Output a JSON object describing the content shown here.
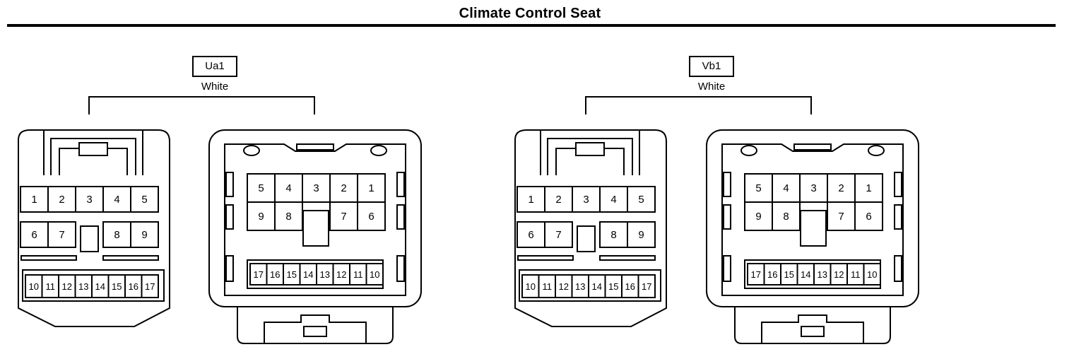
{
  "title": "Climate Control Seat",
  "connectors": [
    {
      "code": "Ua1",
      "color": "White",
      "male_view": {
        "row1": [
          "1",
          "2",
          "3",
          "4",
          "5"
        ],
        "row2": [
          "6",
          "7",
          "",
          "8",
          "9"
        ],
        "row3": [
          "10",
          "11",
          "12",
          "13",
          "14",
          "15",
          "16",
          "17"
        ]
      },
      "female_view": {
        "row1": [
          "5",
          "4",
          "3",
          "2",
          "1"
        ],
        "row2": [
          "9",
          "8",
          "",
          "7",
          "6"
        ],
        "row3": [
          "17",
          "16",
          "15",
          "14",
          "13",
          "12",
          "11",
          "10"
        ]
      }
    },
    {
      "code": "Vb1",
      "color": "White",
      "male_view": {
        "row1": [
          "1",
          "2",
          "3",
          "4",
          "5"
        ],
        "row2": [
          "6",
          "7",
          "",
          "8",
          "9"
        ],
        "row3": [
          "10",
          "11",
          "12",
          "13",
          "14",
          "15",
          "16",
          "17"
        ]
      },
      "female_view": {
        "row1": [
          "5",
          "4",
          "3",
          "2",
          "1"
        ],
        "row2": [
          "9",
          "8",
          "",
          "7",
          "6"
        ],
        "row3": [
          "17",
          "16",
          "15",
          "14",
          "13",
          "12",
          "11",
          "10"
        ]
      }
    }
  ]
}
